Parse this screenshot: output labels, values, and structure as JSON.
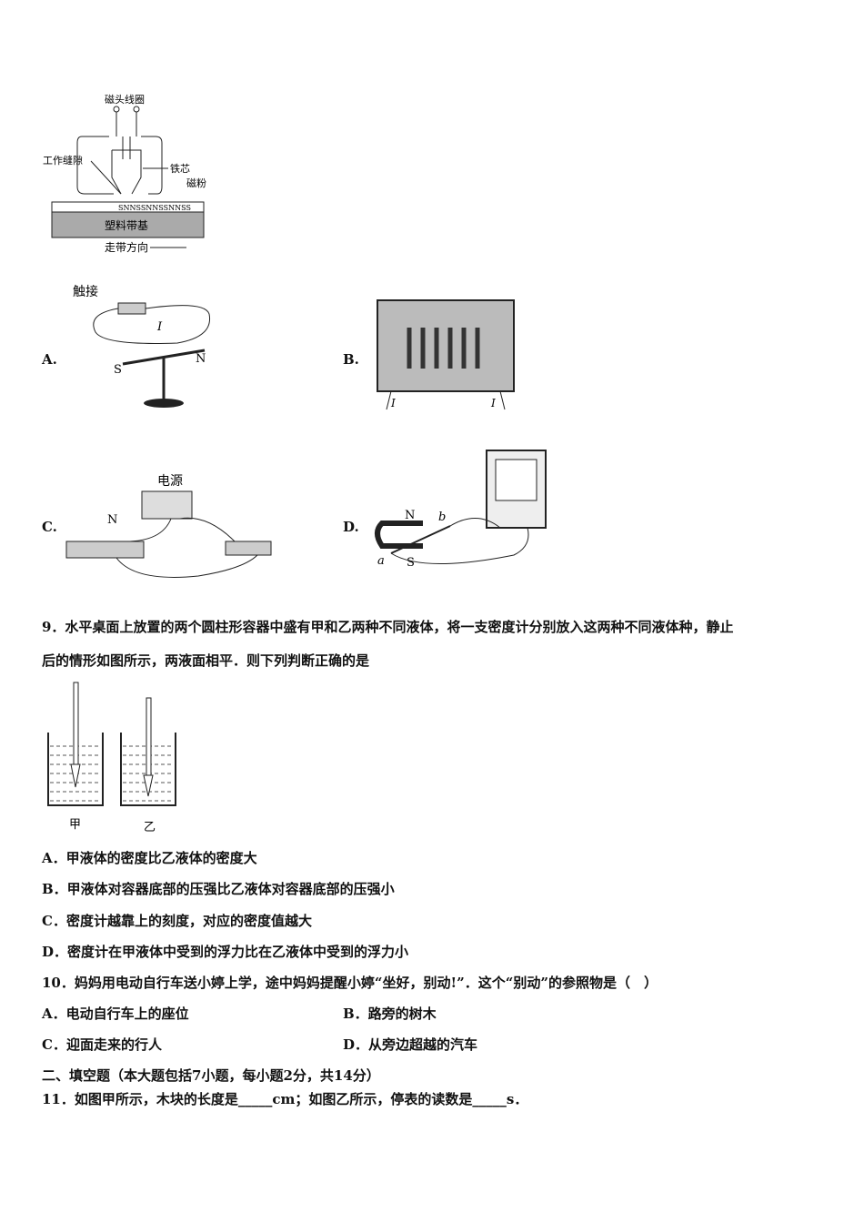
{
  "figure_head": {
    "coil": "磁头线圈",
    "gap": "工作缝隙",
    "core": "铁芯",
    "powder": "磁粉",
    "base": "塑料带基",
    "direction": "走带方向",
    "poles": "SNNSSNNSSNNSS"
  },
  "q8": {
    "options": [
      {
        "label": "A.",
        "fig": {
          "touch": "触接",
          "current": "I",
          "s": "S",
          "n": "N",
          "minus": "-",
          "plus": "+"
        }
      },
      {
        "label": "B.",
        "fig": {
          "current_left": "I",
          "current_right": "I"
        }
      },
      {
        "label": "C.",
        "fig": {
          "power": "电源",
          "n": "N"
        }
      },
      {
        "label": "D.",
        "fig": {
          "n": "N",
          "s": "S",
          "a": "a",
          "b": "b"
        }
      }
    ]
  },
  "q9": {
    "stem_line1": "9．水平桌面上放置的两个圆柱形容器中盛有甲和乙两种不同液体，将一支密度计分别放入这两种不同液体种，静止",
    "stem_line2": "后的情形如图所示，两液面相平．则下列判断正确的是",
    "fig": {
      "left": "甲",
      "right": "乙"
    },
    "options": [
      "A．甲液体的密度比乙液体的密度大",
      "B．甲液体对容器底部的压强比乙液体对容器底部的压强小",
      "C．密度计越靠上的刻度，对应的密度值越大",
      "D．密度计在甲液体中受到的浮力比在乙液体中受到的浮力小"
    ]
  },
  "q10": {
    "stem": "10．妈妈用电动自行车送小婷上学，途中妈妈提醒小婷“坐好，别动!”．这个“别动”的参照物是（　）",
    "options": [
      "A．电动自行车上的座位",
      "B．路旁的树木",
      "C．迎面走来的行人",
      "D．从旁边超越的汽车"
    ]
  },
  "section2": "二、填空题（本大题包括7小题，每小题2分，共14分）",
  "q11": "11．如图甲所示，木块的长度是_____cm；如图乙所示，停表的读数是_____s．"
}
